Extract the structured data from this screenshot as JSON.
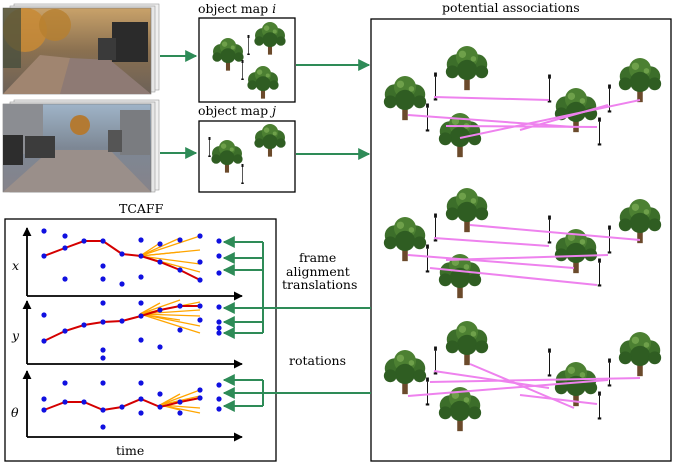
{
  "labels": {
    "object_map_i_prefix": "object map",
    "object_map_i_var": "i",
    "object_map_j_prefix": "object map",
    "object_map_j_var": "j",
    "potential_associations": "potential associations",
    "tcaff": "TCAFF",
    "frame_alignment_line1": "frame",
    "frame_alignment_line2": "alignment",
    "translations": "translations",
    "rotations": "rotations",
    "axis_x": "x",
    "axis_y": "y",
    "axis_theta": "θ",
    "axis_time": "time"
  },
  "colors": {
    "arrow_green": "#2e8b57",
    "association_line": "#ee82ee",
    "track_red": "#d40000",
    "hypothesis_orange": "#ffa500",
    "point_blue": "#1010e0",
    "tree_green": "#3c6e2a",
    "tree_trunk": "#6b4a2b",
    "lamp_black": "#111111"
  },
  "icons": {
    "camera_frame_i": "street-photo-autumn",
    "camera_frame_j": "street-photo-buildings",
    "landmark_tree": "tree-icon",
    "landmark_lamp": "lamp-post-icon"
  }
}
